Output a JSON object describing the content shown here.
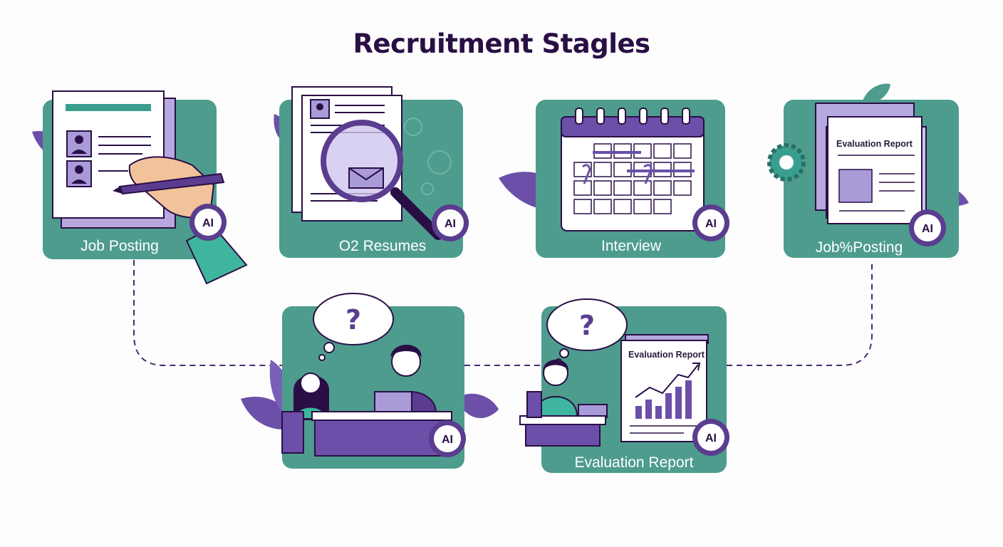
{
  "title": "Recruitment Stagles",
  "colors": {
    "card": "#4e9c8e",
    "purple": "#6b4fa8",
    "purple_light": "#a99ad8",
    "dark": "#2a0f45",
    "teal_strip": "#3a9e8e"
  },
  "stages": [
    {
      "label": "Job Posting",
      "icon": "pen-writing-icon",
      "badge": "AI"
    },
    {
      "label": "O2 Resumes",
      "icon": "magnifier-icon",
      "badge": "AI"
    },
    {
      "label": "Interview",
      "icon": "calendar-icon",
      "badge": "AI"
    },
    {
      "label": "Job%Posting",
      "icon": "report-gear-icon",
      "badge": "AI",
      "doc_title": "Evaluation Report"
    },
    {
      "label": "",
      "icon": "interview-people-icon",
      "badge": "AI",
      "bubble": "?"
    },
    {
      "label": "Evaluation Report",
      "icon": "report-chart-icon",
      "badge": "AI",
      "bubble": "?",
      "doc_title": "Evaluation Report",
      "bars": [
        2,
        3,
        2,
        4,
        5,
        6
      ]
    }
  ]
}
